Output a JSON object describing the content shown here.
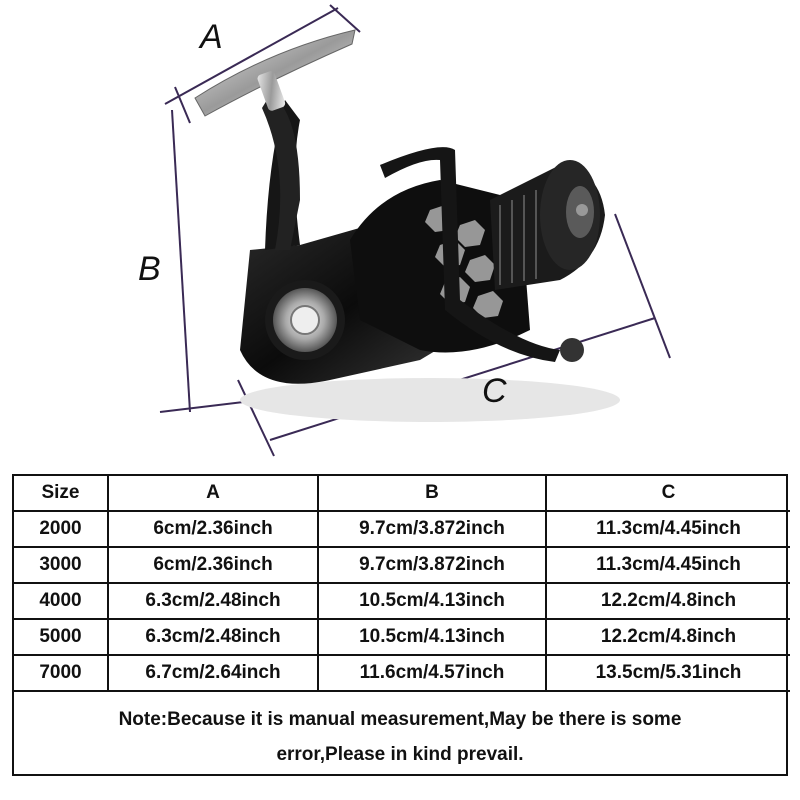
{
  "figure": {
    "labels": {
      "a": "A",
      "b": "B",
      "c": "C"
    },
    "icon": "spinning-reel-image",
    "line_color": "#3a2a55"
  },
  "table": {
    "headers": [
      "Size",
      "A",
      "B",
      "C"
    ],
    "rows": [
      [
        "2000",
        "6cm/2.36inch",
        "9.7cm/3.872inch",
        "11.3cm/4.45inch"
      ],
      [
        "3000",
        "6cm/2.36inch",
        "9.7cm/3.872inch",
        "11.3cm/4.45inch"
      ],
      [
        "4000",
        "6.3cm/2.48inch",
        "10.5cm/4.13inch",
        "12.2cm/4.8inch"
      ],
      [
        "5000",
        "6.3cm/2.48inch",
        "10.5cm/4.13inch",
        "12.2cm/4.8inch"
      ],
      [
        "7000",
        "6.7cm/2.64inch",
        "11.6cm/4.57inch",
        "13.5cm/5.31inch"
      ]
    ],
    "note_line1": "Note:Because it is manual measurement,May be there is some",
    "note_line2": "error,Please in kind prevail."
  }
}
